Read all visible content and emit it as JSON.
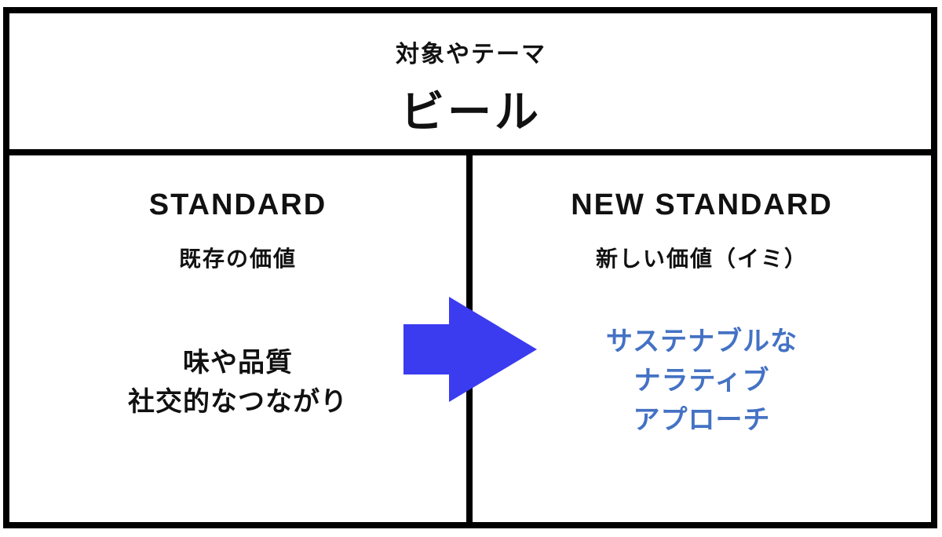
{
  "header": {
    "subtitle": "対象やテーマ",
    "title": "ビール"
  },
  "standard": {
    "heading": "STANDARD",
    "subheading": "既存の価値",
    "lines": [
      "味や品質",
      "社交的なつながり"
    ]
  },
  "new_standard": {
    "heading": "NEW STANDARD",
    "subheading": "新しい価値（イミ）",
    "lines": [
      "サステナブルな",
      "ナラティブ",
      "アプローチ"
    ],
    "text_color": "#4472c4"
  },
  "arrow": {
    "icon": "right-arrow-icon",
    "color": "#3b3bf0"
  }
}
